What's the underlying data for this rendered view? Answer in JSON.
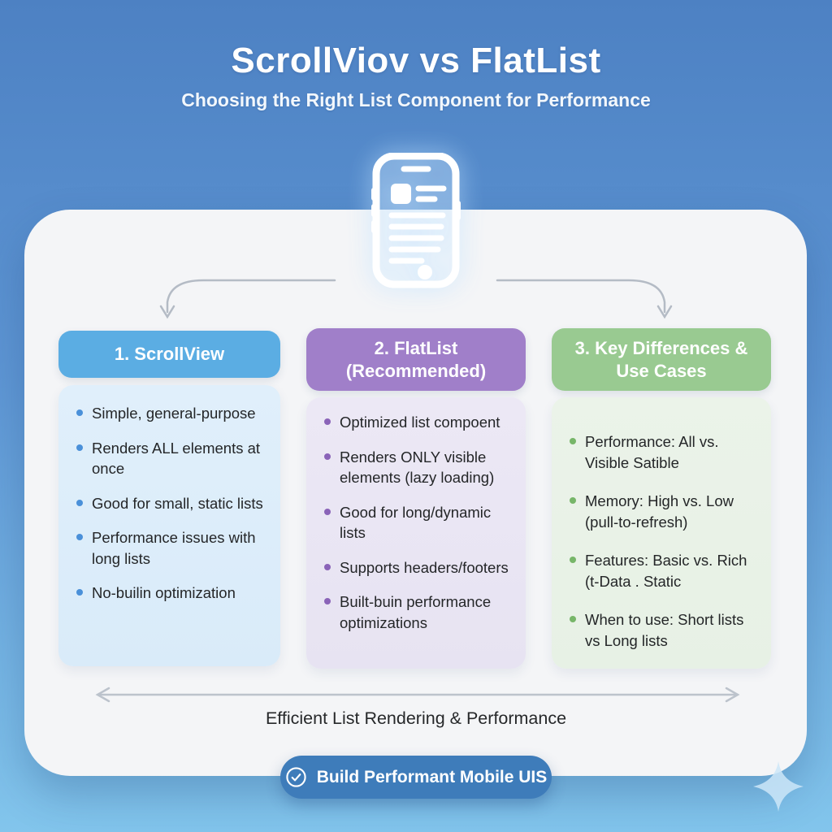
{
  "header": {
    "title": "ScrollViov vs FlatList",
    "subtitle": "Choosing the Right List Component for Performance"
  },
  "columns": [
    {
      "title": "1. ScrollView",
      "header_color": "#5bade3",
      "body_color": "#dcedf9",
      "bullet_color": "#4a90d9",
      "items": [
        "Simple, general-purpose",
        "Renders ALL elements at once",
        "Good for small, static lists",
        "Performance issues with long lists",
        "No-builin optimization"
      ]
    },
    {
      "title": "2. FlatList (Recommended)",
      "header_color": "#a07fc9",
      "body_color": "#e9e5f3",
      "bullet_color": "#8a63b8",
      "items": [
        "Optimized list compoent",
        "Renders ONLY visible elements (lazy loading)",
        "Good for long/dynamic lists",
        "Supports headers/footers",
        "Built-buin performance optimizations"
      ]
    },
    {
      "title": "3. Key Differences & Use Cases",
      "header_color": "#99ca91",
      "body_color": "#e9f2e7",
      "bullet_color": "#77b669",
      "items": [
        "Performance: All vs. Visible Satible",
        "Memory: High vs. Low (pull-to-refresh)",
        "Features: Basic vs. Rich (t-Data . Static",
        "When to use: Short lists vs Long lists"
      ]
    }
  ],
  "footer": {
    "axis_label": "Efficient List Rendering & Performance",
    "button_label": "Build Performant Mobile UIS"
  },
  "colors": {
    "background_top": "#4d81c3",
    "background_bottom": "#82c5ec",
    "card": "#f4f5f7",
    "cta_button": "#3e7cba",
    "connector_gray": "#a9b2bd"
  }
}
